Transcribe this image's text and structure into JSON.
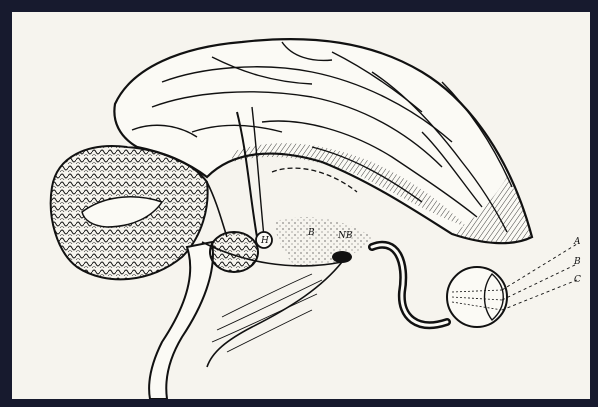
{
  "image": {
    "background_color": "#171a2e",
    "paper_color": "#f6f4ee",
    "ink_color": "#111111"
  },
  "labels": {
    "pineal": "H",
    "region_b": "B",
    "region_nb": "NB",
    "ray_a": "A",
    "ray_b": "B",
    "ray_c": "C"
  }
}
